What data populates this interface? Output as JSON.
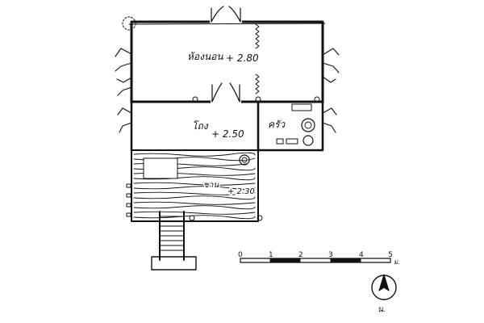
{
  "plan": {
    "rooms": [
      {
        "name": "ห้องนอน",
        "level": "+ 2.80"
      },
      {
        "name": "โถง",
        "level": "+ 2.50"
      },
      {
        "name": "ครัว",
        "level": ""
      },
      {
        "name": "ชาน",
        "level": "+ 2.30"
      }
    ]
  },
  "scale_bar": {
    "ticks": [
      "0",
      "1",
      "2",
      "3",
      "4",
      "5"
    ],
    "unit": "ม."
  },
  "north_arrow": {
    "label": "น."
  },
  "colors": {
    "ink": "#111111",
    "paper": "#ffffff"
  }
}
